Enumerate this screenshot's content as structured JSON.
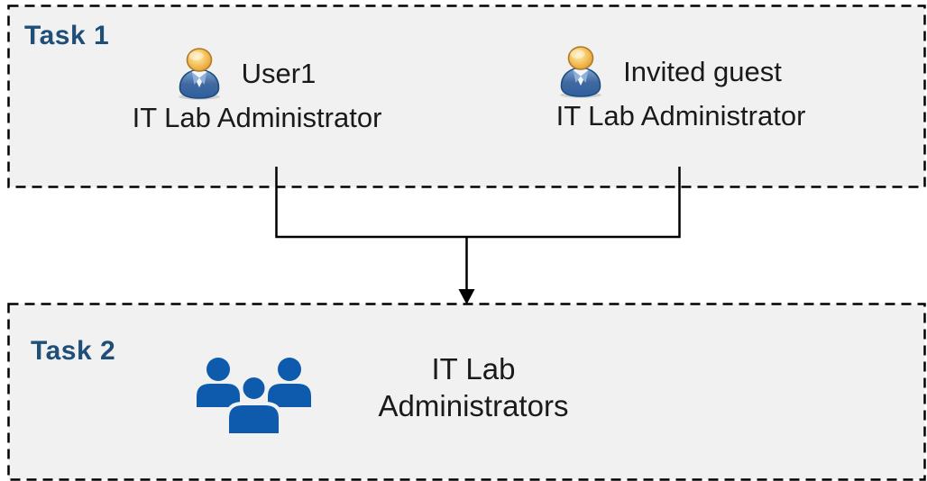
{
  "diagram": {
    "task1": {
      "label": "Task 1",
      "people": [
        {
          "name": "User1",
          "role": "IT Lab Administrator"
        },
        {
          "name": "Invited guest",
          "role": "IT Lab Administrator"
        }
      ]
    },
    "task2": {
      "label": "Task 2",
      "group": {
        "line1": "IT Lab",
        "line2": "Administrators"
      }
    },
    "connector": {
      "from": "Task 1 users",
      "to": "Task 2 group",
      "style": "merged arrow"
    }
  },
  "icons": {
    "person": "person-icon",
    "group": "people-group-icon",
    "arrow": "arrowhead-down-icon"
  },
  "colors": {
    "task_label": "#1F4E79",
    "box_background": "#F1F1F1",
    "box_border": "#000000",
    "connector": "#000000",
    "group_icon": "#0E5BAD",
    "person_head": "#EBAC3F",
    "person_body": "#3A6BA5",
    "text": "#1A1A1A"
  }
}
